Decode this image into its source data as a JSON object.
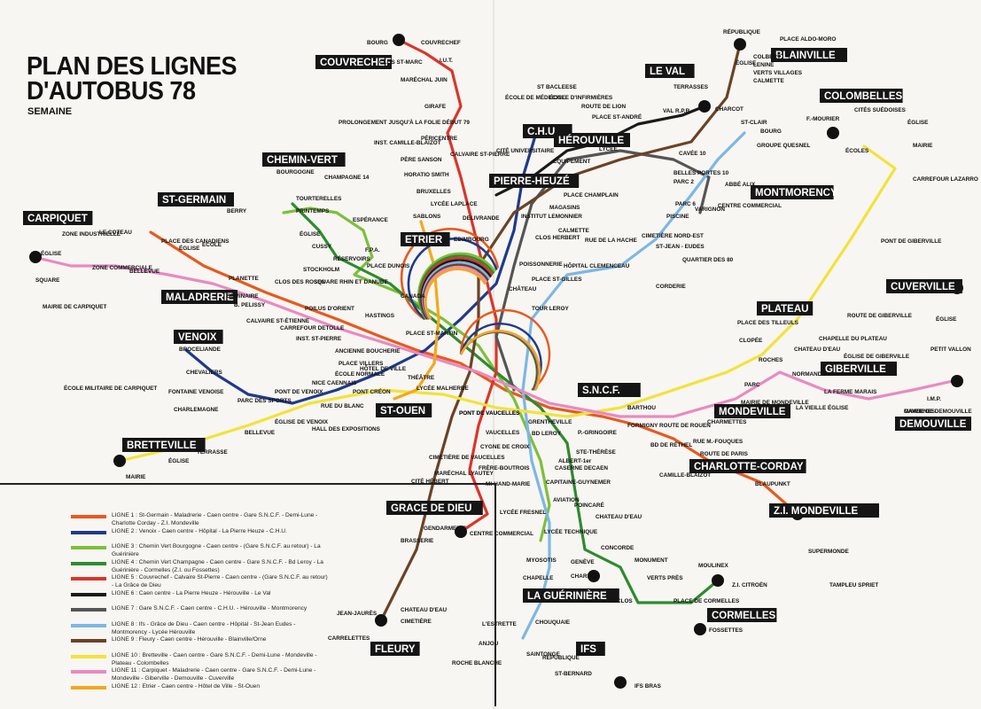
{
  "title": {
    "line1": "PLAN DES LIGNES",
    "line2": "D'AUTOBUS 78",
    "subtitle": "SEMAINE"
  },
  "colors": {
    "l1": "#e8591f",
    "l2": "#1f3a8a",
    "l3": "#7dbf3b",
    "l4": "#2e8b2e",
    "l5": "#d9362b",
    "l6": "#1a1a1a",
    "l7": "#555555",
    "l8": "#7db7e3",
    "l9": "#6b4226",
    "l10": "#f3e23a",
    "l11": "#e98ac2",
    "l12": "#f2a81d"
  },
  "districts": [
    {
      "id": "couvrechef",
      "text": "COUVRECHEF"
    },
    {
      "id": "chemin-vert",
      "text": "CHEMIN-VERT"
    },
    {
      "id": "st-germain",
      "text": "ST-GERMAIN"
    },
    {
      "id": "carpiquet",
      "text": "CARPIQUET"
    },
    {
      "id": "maladrerie",
      "text": "MALADRERIE"
    },
    {
      "id": "venoix",
      "text": "VENOIX"
    },
    {
      "id": "bretteville",
      "text": "BRETTEVILLE"
    },
    {
      "id": "st-ouen",
      "text": "ST-OUEN"
    },
    {
      "id": "etrier",
      "text": "ETRIER"
    },
    {
      "id": "pierre-heuze",
      "text": "PIERRE-HEUZÉ"
    },
    {
      "id": "chu",
      "text": "C.H.U."
    },
    {
      "id": "herouville",
      "text": "HÉROUVILLE"
    },
    {
      "id": "le-val",
      "text": "LE VAL"
    },
    {
      "id": "blainville",
      "text": "BLAINVILLE"
    },
    {
      "id": "colombelles",
      "text": "COLOMBELLES"
    },
    {
      "id": "montmorency",
      "text": "MONTMORENCY"
    },
    {
      "id": "cuverville",
      "text": "CUVERVILLE"
    },
    {
      "id": "plateau",
      "text": "PLATEAU"
    },
    {
      "id": "giberville",
      "text": "GIBERVILLE"
    },
    {
      "id": "demouville",
      "text": "DEMOUVILLE"
    },
    {
      "id": "mondeville",
      "text": "MONDEVILLE"
    },
    {
      "id": "charlotte-corday",
      "text": "CHARLOTTE-CORDAY"
    },
    {
      "id": "zi-mondeville",
      "text": "Z.I. MONDEVILLE"
    },
    {
      "id": "sncf",
      "text": "S.N.C.F."
    },
    {
      "id": "grace-de-dieu",
      "text": "GRACE DE DIEU"
    },
    {
      "id": "gueriniere",
      "text": "LA GUÉRINIÈRE"
    },
    {
      "id": "cormelles",
      "text": "CORMELLES"
    },
    {
      "id": "ifs",
      "text": "IFS"
    },
    {
      "id": "fleury",
      "text": "FLEURY"
    }
  ],
  "stops": [
    {
      "id": "bourg",
      "text": "BOURG"
    },
    {
      "id": "couvrechef-stop",
      "text": "COUVRECHEF"
    },
    {
      "id": "clos-st-marc",
      "text": "CLOS ST-MARC"
    },
    {
      "id": "marechal-juin",
      "text": "MARÉCHAL JUIN"
    },
    {
      "id": "girafe",
      "text": "GIRAFE"
    },
    {
      "id": "iut",
      "text": "I.U.T."
    },
    {
      "id": "inst-camille-blaizot",
      "text": "INST. CAMILLE-BLAIZOT"
    },
    {
      "id": "pericentre",
      "text": "PÉRICENTRE"
    },
    {
      "id": "pere-sanson",
      "text": "PÈRE SANSON"
    },
    {
      "id": "horatio-smith",
      "text": "HORATIO SMITH"
    },
    {
      "id": "bruxelles",
      "text": "BRUXELLES"
    },
    {
      "id": "lycee-laplace",
      "text": "LYCÉE LAPLACE"
    },
    {
      "id": "delivrande",
      "text": "DELIVRANDE"
    },
    {
      "id": "edimbourg",
      "text": "EDIMBOURG"
    },
    {
      "id": "calvaire-st-pierre",
      "text": "CALVAIRE ST-PIERRE"
    },
    {
      "id": "cite-universitaire",
      "text": "CITÉ UNIVERSITAIRE"
    },
    {
      "id": "ecole-medecine",
      "text": "ÉCOLE DE MÉDECINE"
    },
    {
      "id": "st-bacleese",
      "text": "ST BACLEESE"
    },
    {
      "id": "ecole-infirmieres",
      "text": "ÉCOLE D'INFIRMIÈRES"
    },
    {
      "id": "route-de-lion",
      "text": "ROUTE DE LION"
    },
    {
      "id": "place-st-andre",
      "text": "PLACE ST-ANDRÉ"
    },
    {
      "id": "equipement",
      "text": "ÉQUIPEMENT"
    },
    {
      "id": "lycee",
      "text": "LYCÉE"
    },
    {
      "id": "place-champlain",
      "text": "PLACE CHAMPLAIN"
    },
    {
      "id": "magasins",
      "text": "MAGASINS"
    },
    {
      "id": "institut-lemonnier",
      "text": "INSTITUT LEMONNIER"
    },
    {
      "id": "calmette",
      "text": "CALMETTE"
    },
    {
      "id": "clos-herbert",
      "text": "CLOS HERBERT"
    },
    {
      "id": "rue-de-la-hache",
      "text": "RUE DE LA HACHE"
    },
    {
      "id": "poissonnerie",
      "text": "POISSONNERIE"
    },
    {
      "id": "hopital-clemenceau",
      "text": "HÔPITAL CLEMENCEAU"
    },
    {
      "id": "cimetiere-nord-est",
      "text": "CIMETIÈRE NORD-EST"
    },
    {
      "id": "st-jean-eudes",
      "text": "ST-JEAN - EUDES"
    },
    {
      "id": "quartier-80",
      "text": "QUARTIER DES 80"
    },
    {
      "id": "corderie",
      "text": "CORDERIE"
    },
    {
      "id": "chateau",
      "text": "CHÂTEAU"
    },
    {
      "id": "tour-leroy",
      "text": "TOUR LEROY"
    },
    {
      "id": "place-st-gilles",
      "text": "PLACE ST-GILLES"
    },
    {
      "id": "val-rpr",
      "text": "VAL R.P.R."
    },
    {
      "id": "terrasses",
      "text": "TERRASSES"
    },
    {
      "id": "charcot",
      "text": "CHARCOT"
    },
    {
      "id": "cavee-10",
      "text": "CAVÉE 10"
    },
    {
      "id": "belles-portes",
      "text": "BELLES PORTES 10"
    },
    {
      "id": "parc-2",
      "text": "PARC 2"
    },
    {
      "id": "parc-6",
      "text": "PARC 6"
    },
    {
      "id": "varignon",
      "text": "VARIGNON"
    },
    {
      "id": "piscine",
      "text": "PISCINE"
    },
    {
      "id": "abbe-alix",
      "text": "ABBÉ ALIX"
    },
    {
      "id": "centre-commercial",
      "text": "CENTRE COMMERCIAL"
    },
    {
      "id": "st-clair",
      "text": "ST-CLAIR"
    },
    {
      "id": "bourg-2",
      "text": "BOURG"
    },
    {
      "id": "groupe-quesnel",
      "text": "GROUPE QUESNEL"
    },
    {
      "id": "place-aldo-moro",
      "text": "PLACE ALDO-MORO"
    },
    {
      "id": "colbert",
      "text": "COLBERT"
    },
    {
      "id": "lenine",
      "text": "LENINE"
    },
    {
      "id": "verts-villages",
      "text": "VERTS VILLAGES"
    },
    {
      "id": "calmette-2",
      "text": "CALMETTE"
    },
    {
      "id": "republique",
      "text": "RÉPUBLIQUE"
    },
    {
      "id": "eglise-bl",
      "text": "ÉGLISE"
    },
    {
      "id": "f-mourier",
      "text": "F.-MOURIER"
    },
    {
      "id": "cites-suedoises",
      "text": "CITÉS SUÉDOISES"
    },
    {
      "id": "eglise-col",
      "text": "ÉGLISE"
    },
    {
      "id": "mairie-col",
      "text": "MAIRIE"
    },
    {
      "id": "ecoles",
      "text": "ÉCOLES"
    },
    {
      "id": "carrefour-lazarro",
      "text": "CARREFOUR LAZARRO"
    },
    {
      "id": "pont-de-giberville",
      "text": "PONT DE GIBERVILLE"
    },
    {
      "id": "route-de-giberville",
      "text": "ROUTE DE GIBERVILLE"
    },
    {
      "id": "chapelle-plateau",
      "text": "CHAPELLE DU PLATEAU"
    },
    {
      "id": "chateau-deau",
      "text": "CHATEAU D'EAU"
    },
    {
      "id": "place-des-tilleuls",
      "text": "PLACE DES TILLEULS"
    },
    {
      "id": "clopee",
      "text": "CLOPÉE"
    },
    {
      "id": "roches",
      "text": "ROCHES"
    },
    {
      "id": "normandie",
      "text": "NORMANDIE"
    },
    {
      "id": "eglise-cuv",
      "text": "ÉGLISE"
    },
    {
      "id": "petit-vallon",
      "text": "PETIT VALLON"
    },
    {
      "id": "eglise-gib",
      "text": "ÉGLISE DE GIBERVILLE"
    },
    {
      "id": "ferme-marais",
      "text": "LA FERME MARAIS"
    },
    {
      "id": "vieille-eglise",
      "text": "LA VIEILLE ÉGLISE"
    },
    {
      "id": "mairie-demouville",
      "text": "MAIRIE DE DEMOUVILLE"
    },
    {
      "id": "imp",
      "text": "I.M.P."
    },
    {
      "id": "cavernes",
      "text": "CAVERNES"
    },
    {
      "id": "parc-mond",
      "text": "PARC"
    },
    {
      "id": "mairie-mond",
      "text": "MAIRIE DE MONDEVILLE"
    },
    {
      "id": "charmettes",
      "text": "CHARMETTES"
    },
    {
      "id": "route-de-rouen",
      "text": "ROUTE DE ROUEN"
    },
    {
      "id": "barthou",
      "text": "BARTHOU"
    },
    {
      "id": "formigny",
      "text": "FORMIGNY"
    },
    {
      "id": "bd-rethel",
      "text": "BD DE RÉTHEL"
    },
    {
      "id": "rue-fouques",
      "text": "RUE M.-FOUQUES"
    },
    {
      "id": "route-de-paris",
      "text": "ROUTE DE PARIS"
    },
    {
      "id": "camille-blaizot",
      "text": "CAMILLE-BLAIZOT"
    },
    {
      "id": "blaupunkt",
      "text": "BLAUPUNKT"
    },
    {
      "id": "supermonde",
      "text": "SUPERMONDE"
    },
    {
      "id": "tampleu-spriet",
      "text": "TAMPLEU SPRIET"
    },
    {
      "id": "grentheville",
      "text": "GRENTHEVILLE"
    },
    {
      "id": "bd-leroy",
      "text": "BD LEROY"
    },
    {
      "id": "p-gringoire",
      "text": "P.-GRINGOIRE"
    },
    {
      "id": "ste-therese",
      "text": "STE-THÉRÈSE"
    },
    {
      "id": "albert-1er",
      "text": "ALBERT-1er"
    },
    {
      "id": "caserne-decaen",
      "text": "CASERNE DECAEN"
    },
    {
      "id": "capitaine-guynemer",
      "text": "CAPITAINE-GUYNEMER"
    },
    {
      "id": "aviation",
      "text": "AVIATION"
    },
    {
      "id": "poincare",
      "text": "POINCARÉ"
    },
    {
      "id": "chateau-deau-2",
      "text": "CHATEAU D'EAU"
    },
    {
      "id": "concorde",
      "text": "CONCORDE"
    },
    {
      "id": "geneve",
      "text": "GENÈVE"
    },
    {
      "id": "charite",
      "text": "CHARITÉ"
    },
    {
      "id": "monument",
      "text": "MONUMENT"
    },
    {
      "id": "verts-pres",
      "text": "VERTS PRÈS"
    },
    {
      "id": "moulinex",
      "text": "MOULINEX"
    },
    {
      "id": "zi-citroen",
      "text": "Z.I. CITROËN"
    },
    {
      "id": "place-cormelles",
      "text": "PLACE DE CORMELLES"
    },
    {
      "id": "fossettes",
      "text": "FOSSETTES"
    },
    {
      "id": "le-clos",
      "text": "LE CLOS"
    },
    {
      "id": "lycee-technique",
      "text": "LYCÉE TECHNIQUE"
    },
    {
      "id": "myosotis",
      "text": "MYOSOTIS"
    },
    {
      "id": "chapelle",
      "text": "CHAPELLE"
    },
    {
      "id": "chouquaie",
      "text": "CHOUQUAIE"
    },
    {
      "id": "lestrette",
      "text": "L'ESTRETTE"
    },
    {
      "id": "anjou",
      "text": "ANJOU"
    },
    {
      "id": "saintonge",
      "text": "SAINTONGE"
    },
    {
      "id": "republique-ifs",
      "text": "RÉPUBLIQUE"
    },
    {
      "id": "roche-blanche",
      "text": "ROCHE BLANCHE"
    },
    {
      "id": "st-bernard",
      "text": "ST-BERNARD"
    },
    {
      "id": "ifs-bras",
      "text": "IFS BRAS"
    },
    {
      "id": "lycee-fresnel",
      "text": "LYCÉE FRESNEL"
    },
    {
      "id": "centre-commercial-2",
      "text": "CENTRE COMMERCIAL"
    },
    {
      "id": "gendarmerie",
      "text": "GENDARMERIE"
    },
    {
      "id": "brasserie",
      "text": "BRASSERIE"
    },
    {
      "id": "cite-hebert",
      "text": "CITÉ HÉBERT"
    },
    {
      "id": "marechal-lyautey",
      "text": "MARÉCHAL LYAUTEY"
    },
    {
      "id": "mi-hand-marie",
      "text": "MI-HAND-MARIE"
    },
    {
      "id": "frere-boutrois",
      "text": "FRÈRE-BOUTROIS"
    },
    {
      "id": "cimetiere-vaucelles",
      "text": "CIMETIÈRE DE VAUCELLES"
    },
    {
      "id": "cygne-croix",
      "text": "CYGNE DE CROIX"
    },
    {
      "id": "vaucelles",
      "text": "VAUCELLES"
    },
    {
      "id": "pont-vaucelles",
      "text": "PONT DE VAUCELLES"
    },
    {
      "id": "chateau-deau-fl",
      "text": "CHATEAU D'EAU"
    },
    {
      "id": "cimetiere-fl",
      "text": "CIMETIÈRE"
    },
    {
      "id": "jean-jaures",
      "text": "JEAN-JAURÈS"
    },
    {
      "id": "carrelettes",
      "text": "CARRELETTES"
    },
    {
      "id": "lycee-malherbe",
      "text": "LYCÉE MALHERBE"
    },
    {
      "id": "theatre",
      "text": "THÉÂTRE"
    },
    {
      "id": "hotel-de-ville",
      "text": "HÔTEL DE VILLE"
    },
    {
      "id": "place-villers",
      "text": "PLACE VILLERS"
    },
    {
      "id": "ecole-normale",
      "text": "ÉCOLE NORMALE"
    },
    {
      "id": "nice-caennais",
      "text": "NICE CAENNAIS"
    },
    {
      "id": "pont-de-venoix",
      "text": "PONT DE VENOIX"
    },
    {
      "id": "parc-des-sports",
      "text": "PARC DES SPORTS"
    },
    {
      "id": "rue-du-blanc",
      "text": "RUE DU BLANC"
    },
    {
      "id": "pont-creon",
      "text": "PONT CRÉON"
    },
    {
      "id": "hall-expositions",
      "text": "HALL DES EXPOSITIONS"
    },
    {
      "id": "eglise-venoix",
      "text": "ÉGLISE DE VENOIX"
    },
    {
      "id": "bellevue",
      "text": "BELLEVUE"
    },
    {
      "id": "charlemagne",
      "text": "CHARLEMAGNE"
    },
    {
      "id": "fontaine-venoise",
      "text": "FONTAINE VENOISE"
    },
    {
      "id": "chevaliers",
      "text": "CHEVALIERS"
    },
    {
      "id": "broceliande",
      "text": "BROCELIANDE"
    },
    {
      "id": "ecole-militaire",
      "text": "ÉCOLE MILITAIRE DE CARPIQUET"
    },
    {
      "id": "terrasse",
      "text": "TERRASSE"
    },
    {
      "id": "eglise-bret",
      "text": "ÉGLISE"
    },
    {
      "id": "mairie-bret",
      "text": "MAIRIE"
    },
    {
      "id": "ancienne-boucherie",
      "text": "ANCIENNE BOUCHERIE"
    },
    {
      "id": "inst-st-pierre",
      "text": "INST. ST-PIERRE"
    },
    {
      "id": "carrefour-detolle",
      "text": "CARREFOUR DETOLLE"
    },
    {
      "id": "calvaire-st-etienne",
      "text": "CALVAIRE ST-ÉTIENNE"
    },
    {
      "id": "b-pelissy",
      "text": "B. PELISSY"
    },
    {
      "id": "seminaire",
      "text": "SÉMINAIRE"
    },
    {
      "id": "planette",
      "text": "PLANETTE"
    },
    {
      "id": "hastings",
      "text": "HASTINGS"
    },
    {
      "id": "canada",
      "text": "CANADA"
    },
    {
      "id": "poilus-dorient",
      "text": "POILUS D'ORIENT"
    },
    {
      "id": "place-st-martin",
      "text": "PLACE ST-MARTIN"
    },
    {
      "id": "clos-des-roses",
      "text": "CLOS DES ROSES"
    },
    {
      "id": "square-rhin-danube",
      "text": "SQUARE RHIN ET DANUBE"
    },
    {
      "id": "place-dunois",
      "text": "PLACE DUNOIS"
    },
    {
      "id": "stockholm",
      "text": "STOCKHOLM"
    },
    {
      "id": "cussy",
      "text": "CUSSY"
    },
    {
      "id": "eglise-cv",
      "text": "ÉGLISE"
    },
    {
      "id": "printemps",
      "text": "PRINTEMPS"
    },
    {
      "id": "esperance",
      "text": "ESPÉRANCE"
    },
    {
      "id": "fpa",
      "text": "F.P.A."
    },
    {
      "id": "reservoirs",
      "text": "RÉSERVOIRS"
    },
    {
      "id": "bourgogne",
      "text": "BOURGOGNE"
    },
    {
      "id": "tourterelles",
      "text": "TOURTERELLES"
    },
    {
      "id": "champagne-14",
      "text": "CHAMPAGNE 14"
    },
    {
      "id": "place-canadiens",
      "text": "PLACE DES CANADIENS"
    },
    {
      "id": "berry",
      "text": "BERRY"
    },
    {
      "id": "eglise-sg",
      "text": "ÉGLISE"
    },
    {
      "id": "ecole-sg",
      "text": "ÉCOLE"
    },
    {
      "id": "zone-industrielle",
      "text": "ZONE INDUSTRIELLE"
    },
    {
      "id": "le-coteau",
      "text": "LE COTEAU"
    },
    {
      "id": "zone-commerciale",
      "text": "ZONE COMMERCIALE"
    },
    {
      "id": "bellevue-2",
      "text": "BELLEVUE"
    },
    {
      "id": "eglise-car",
      "text": "ÉGLISE"
    },
    {
      "id": "square",
      "text": "SQUARE"
    },
    {
      "id": "mairie-carpiquet",
      "text": "MAIRIE DE CARPIQUET"
    },
    {
      "id": "prolongement",
      "text": "PROLONGEMENT JUSQU'À LA FOLIE DÉBUT 79"
    },
    {
      "id": "sablons",
      "text": "SABLONS"
    },
    {
      "id": "pont-de-vaucelles",
      "text": "PONT DE VAUCELLES"
    }
  ],
  "legend": [
    {
      "key": "l1",
      "text": "LIGNE 1 : St-Germain - Maladrerie - Caen centre - Gare S.N.C.F. - Demi-Lune - Charlotte Corday - Z.I. Mondeville"
    },
    {
      "key": "l2",
      "text": "LIGNE 2 : Venoix - Caen centre - Hôpital - La Pierre Heuze - C.H.U."
    },
    {
      "key": "l3",
      "text": "LIGNE 3 : Chemin Vert Bourgogne - Caen centre - (Gare S.N.C.F. au retour) - La Guérinière"
    },
    {
      "key": "l4",
      "text": "LIGNE 4 : Chemin Vert Champagne - Caen centre - Gare S.N.C.F. - Bd Leroy - La Guérinière - Cormelles (Z.I. ou Fossettes)"
    },
    {
      "key": "l5",
      "text": "LIGNE 5 : Couvrechef - Calvaire St-Pierre - Caen centre - (Gare S.N.C.F. au retour) - La Grâce de Dieu"
    },
    {
      "key": "l6",
      "text": "LIGNE 6 : Caen centre - La Pierre Heuze - Hérouville - Le Val"
    },
    {
      "key": "l7",
      "text": "LIGNE 7 : Gare S.N.C.F. - Caen centre - C.H.U. - Hérouville - Montmorency"
    },
    {
      "key": "l8",
      "text": "LIGNE 8 : Ifs - Grâce de Dieu - Caen centre - Hôpital - St-Jean Eudes - Montmorency - Lycée Hérouville"
    },
    {
      "key": "l9",
      "text": "LIGNE 9 : Fleury - Caen centre - Hérouville - Blainville/Orne"
    },
    {
      "key": "l10",
      "text": "LIGNE 10 : Bretteville - Caen centre - Gare S.N.C.F. - Demi-Lune - Mondeville - Plateau - Colombelles"
    },
    {
      "key": "l11",
      "text": "LIGNE 11 : Carpiquet - Maladrerie - Caen centre - Gare S.N.C.F. - Demi-Lune - Mondeville - Giberville - Demouville - Cuverville"
    },
    {
      "key": "l12",
      "text": "LIGNE 12 : Etrier - Caen centre - Hôtel de Ville - St-Ouen"
    }
  ]
}
